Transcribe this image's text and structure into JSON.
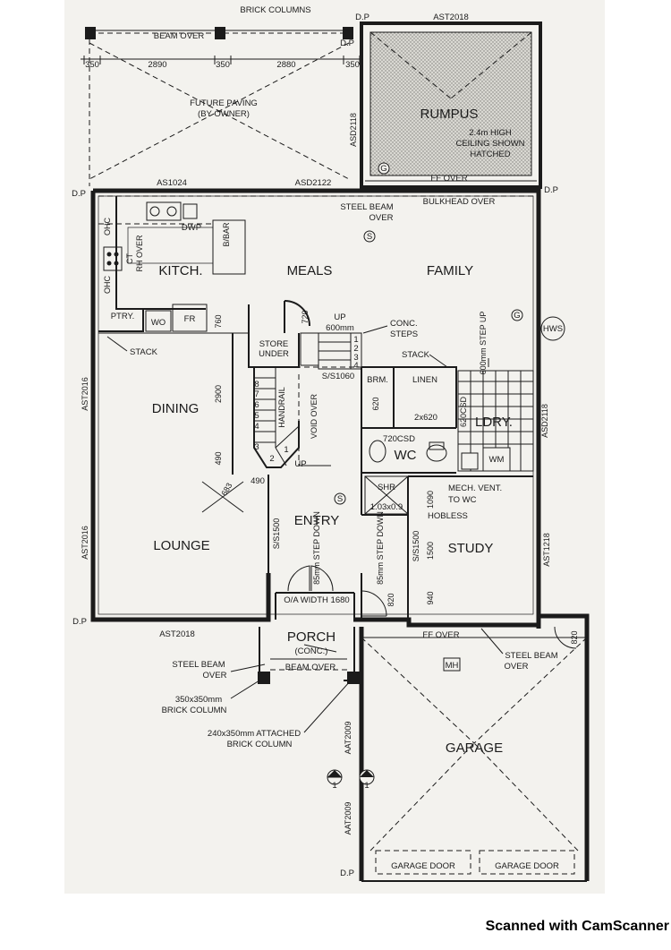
{
  "watermark": "Scanned with CamScanner",
  "rooms": {
    "rumpus": "RUMPUS",
    "kitchen": "KITCH.",
    "meals": "MEALS",
    "family": "FAMILY",
    "dining": "DINING",
    "lounge": "LOUNGE",
    "entry": "ENTRY",
    "study": "STUDY",
    "laundry": "LDRY.",
    "wc": "WC",
    "porch": "PORCH",
    "porch_sub": "(CONC.)",
    "garage": "GARAGE"
  },
  "labels": {
    "brick_columns": "BRICK COLUMNS",
    "beam_over_top": "BEAM OVER",
    "dp": "D.P",
    "ast2018_top": "AST2018",
    "future_paving_1": "FUTURE PAVING",
    "future_paving_2": "(BY OWNER)",
    "asd2118_left": "ASD2118",
    "rumpus_note_1": "2.4m HIGH",
    "rumpus_note_2": "CEILING SHOWN",
    "rumpus_note_3": "HATCHED",
    "ff_over_top": "FF OVER",
    "as1024": "AS1024",
    "asd2122": "ASD2122",
    "steel_beam_1": "STEEL BEAM",
    "over_1": "OVER",
    "bulkhead_over": "BULKHEAD OVER",
    "dwp": "DWP",
    "ohc": "OHC",
    "ct": "CT",
    "rh_over": "RH OVER",
    "b_bar": "B/BAR",
    "ptry": "PTRY.",
    "wo": "WO",
    "fr": "FR",
    "up_600": "UP",
    "up_600_b": "600mm",
    "conc_steps_1": "CONC.",
    "conc_steps_2": "STEPS",
    "hws": "HWS",
    "store": "STORE",
    "under": "UNDER",
    "stack_1": "STACK",
    "stack_2": "STACK",
    "ss1060": "S/S1060",
    "brm": "BRM.",
    "linen": "LINEN",
    "x620": "2x620",
    "step_up": "600mm STEP UP",
    "handrail": "HANDRAIL",
    "void_over": "VOID OVER",
    "up_stair": "UP",
    "ast2016_a": "AST2016",
    "ast2016_b": "AST2016",
    "asd2118_right": "ASD2118",
    "csd620": "620CSD",
    "csd720": "720CSD",
    "wm": "WM",
    "shr": "SHR",
    "shr_size": "1.03x0.9",
    "mech_vent_1": "MECH. VENT.",
    "mech_vent_2": "TO WC",
    "hobless": "HOBLESS",
    "ss1500_a": "S/S1500",
    "ss1500_b": "S/S1500",
    "step_down_a": "85mm STEP DOWN",
    "step_down_b": "85mm STEP DOWN",
    "ast1218": "AST1218",
    "oa_width": "O/A WIDTH 1680",
    "ast2018_bottom": "AST2018",
    "ff_over_bottom": "FF OVER",
    "steel_beam_2": "STEEL BEAM",
    "over_2": "OVER",
    "steel_beam_3": "STEEL BEAM",
    "over_3": "OVER",
    "beam_over_porch": "BEAM OVER",
    "col_350": "350x350mm",
    "col_350_b": "BRICK COLUMN",
    "col_240": "240x350mm ATTACHED",
    "col_240_b": "BRICK COLUMN",
    "mh": "MH",
    "aat2009_a": "AAT2009",
    "aat2009_b": "AAT2009",
    "garage_door_a": "GARAGE DOOR",
    "garage_door_b": "GARAGE DOOR",
    "section_marker": "1",
    "s_marker": "S",
    "g_marker": "G"
  },
  "dimensions": {
    "d350_a": "350",
    "d2890": "2890",
    "d350_b": "350",
    "d2880": "2880",
    "d350_c": "350",
    "d720": "720",
    "d760": "760",
    "d2900": "2900",
    "d490_a": "490",
    "d490_b": "490",
    "d683": "683",
    "d620": "620",
    "d1090": "1090",
    "d1500": "1500",
    "d940": "940",
    "d820_a": "820",
    "d820_b": "820",
    "stair_steps": [
      "1",
      "2",
      "3",
      "4",
      "5",
      "6",
      "7",
      "8"
    ],
    "upper_steps": [
      "1",
      "2",
      "3",
      "4"
    ]
  }
}
